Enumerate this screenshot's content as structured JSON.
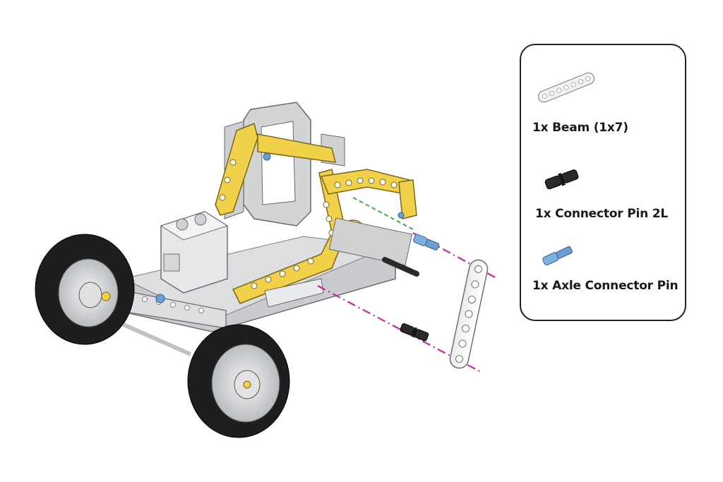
{
  "parts_list": {
    "items": [
      {
        "label": "1x Beam (1x7)",
        "icon": "beam-1x7-icon",
        "color": "#f2f2f2"
      },
      {
        "label": "1x Connector Pin 2L",
        "icon": "connector-pin-2l-icon",
        "color": "#2a2a2a"
      },
      {
        "label": "1x Axle Connector Pin",
        "icon": "axle-connector-pin-icon",
        "color": "#6b9fd4"
      }
    ]
  },
  "colors": {
    "frame_yellow": "#f1d04a",
    "frame_gray": "#d4d6d8",
    "tire_black": "#1e1e1e",
    "guide_magenta": "#d0289a",
    "guide_green": "#3bb54a"
  }
}
